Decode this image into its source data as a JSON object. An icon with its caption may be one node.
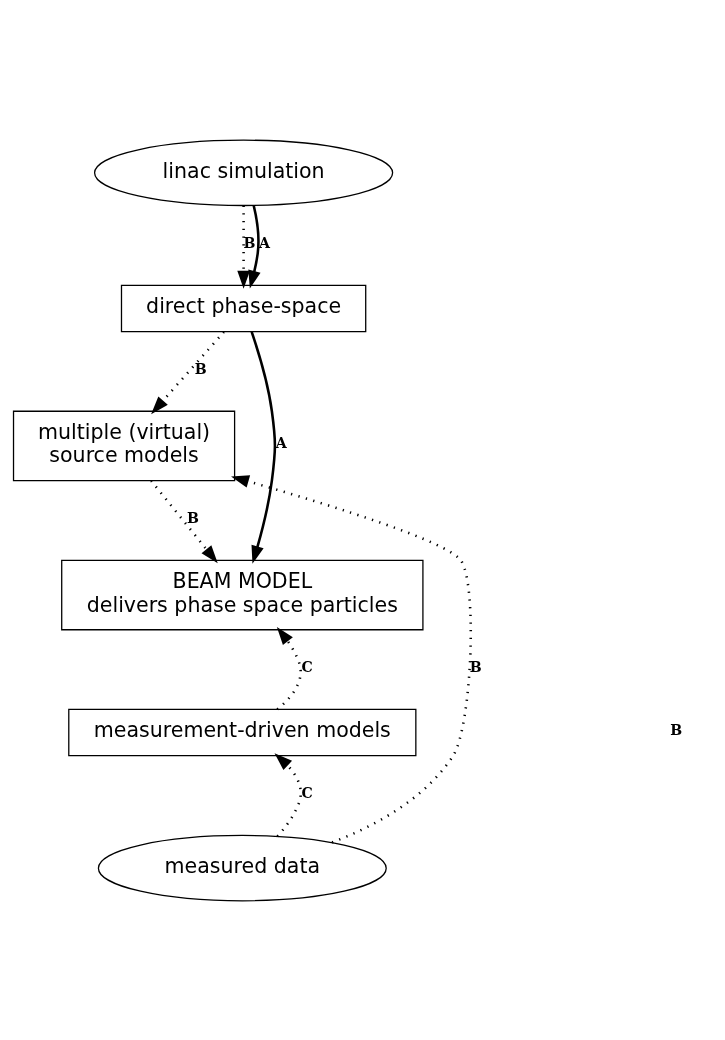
{
  "diagram": {
    "nodes": [
      {
        "text": [
          "linac simulation"
        ]
      },
      {
        "text": [
          "direct phase-space"
        ]
      },
      {
        "text": [
          "multiple (virtual) source models"
        ]
      },
      {
        "text": [
          "BEAM MODEL",
          "delivers phase space particles"
        ]
      },
      {
        "text": [
          "measurement-driven models"
        ]
      },
      {
        "text": [
          "measured data"
        ]
      }
    ],
    "edges": [
      {
        "from": 0,
        "to": 1,
        "arrow": "to",
        "label": "B",
        "style": "dashed"
      },
      {
        "from": 0,
        "to": 1,
        "arrow": "to",
        "label": "A"
      },
      {
        "from": 1,
        "to": 2,
        "arrow": "to",
        "label": "B",
        "style": "dashed"
      },
      {
        "from": 1,
        "to": 3,
        "arrow": "to",
        "label": "A"
      },
      {
        "from": 2,
        "to": 3,
        "arrow": "to",
        "label": "B",
        "style": "dashed"
      },
      {
        "from": 4,
        "to": 3,
        "arrow": "to",
        "label": "C",
        "style": "dashed"
      },
      {
        "from": 5,
        "to": 4,
        "arrow": "to",
        "label": "C",
        "style": "dashed"
      },
      {
        "from": 5,
        "to": 2,
        "arrow": "to",
        "label": "B",
        "style": "dashed"
      }
    ],
    "labels": [
      "B"
    ]
  }
}
